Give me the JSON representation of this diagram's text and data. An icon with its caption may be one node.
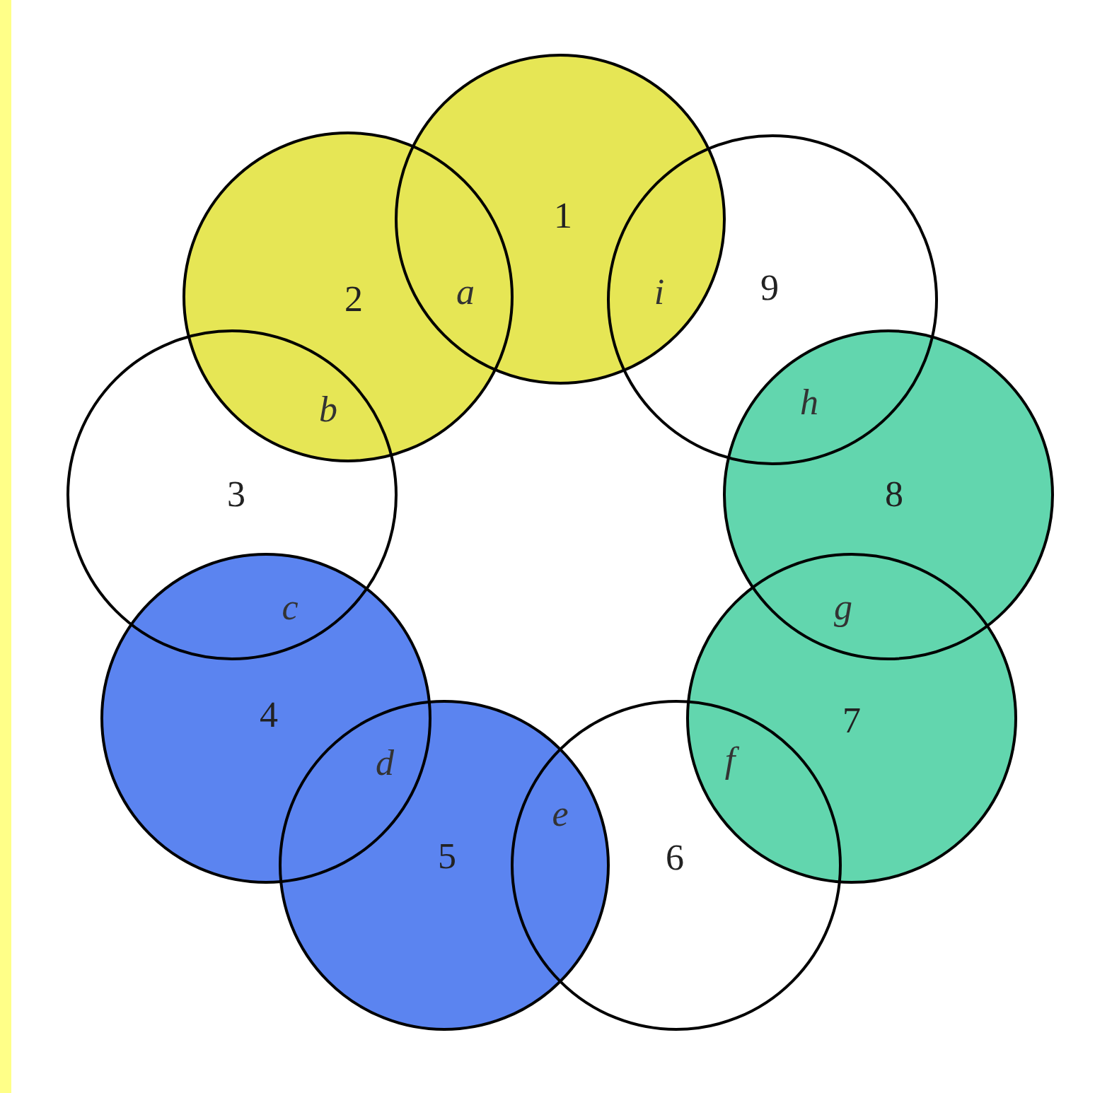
{
  "diagram": {
    "nodes": [
      {
        "text": [
          "1"
        ]
      },
      {
        "text": [
          "2"
        ]
      },
      {
        "text": [
          "3"
        ]
      },
      {
        "text": [
          "4"
        ]
      },
      {
        "text": [
          "5"
        ]
      },
      {
        "text": [
          "6"
        ]
      },
      {
        "text": [
          "7"
        ]
      },
      {
        "text": [
          "8"
        ]
      },
      {
        "text": [
          "9"
        ]
      }
    ],
    "labels": [
      "a",
      "b",
      "c",
      "d",
      "e",
      "f",
      "g",
      "h",
      "i"
    ]
  }
}
